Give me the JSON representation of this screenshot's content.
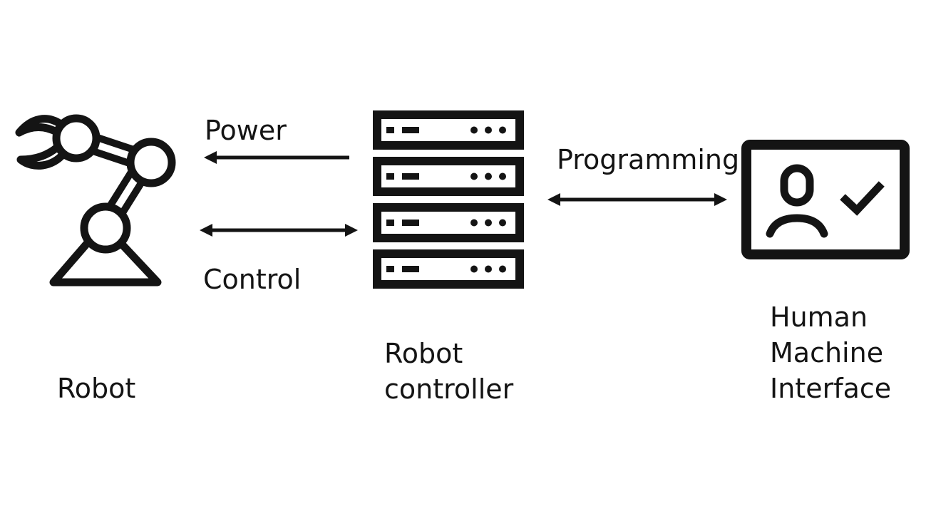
{
  "diagram": {
    "nodes": {
      "robot": {
        "label": "Robot",
        "icon": "robot-arm-icon"
      },
      "controller": {
        "label_lines": [
          "Robot",
          "controller"
        ],
        "icon": "server-rack-icon"
      },
      "hmi": {
        "label_lines": [
          "Human",
          "Machine",
          "Interface"
        ],
        "icon": "monitor-user-check-icon"
      }
    },
    "edges": {
      "power": {
        "label": "Power",
        "from": "Robot controller",
        "to": "Robot",
        "direction": "one-way"
      },
      "control": {
        "label": "Control",
        "between": [
          "Robot",
          "Robot controller"
        ],
        "direction": "two-way"
      },
      "programming": {
        "label": "Programming",
        "between": [
          "Robot controller",
          "Human Machine Interface"
        ],
        "direction": "two-way"
      }
    },
    "colors": {
      "ink": "#141414",
      "background": "#ffffff"
    }
  }
}
